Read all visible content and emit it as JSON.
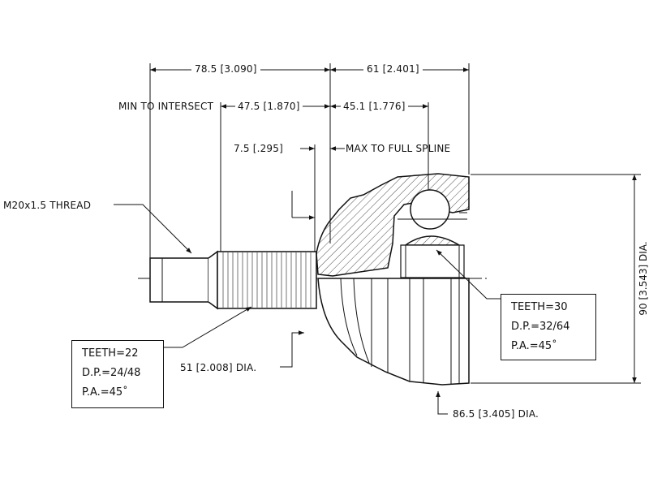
{
  "dimensions": {
    "overall_left": "78.5 [3.090]",
    "overall_right": "61 [2.401]",
    "min_to_intersect_label": "MIN TO INTERSECT",
    "min_to_intersect": "47.5 [1.870]",
    "joint_offset": "45.1 [1.776]",
    "spline_offset": "7.5 [.295]",
    "max_to_full_spline": "MAX TO FULL SPLINE",
    "thread": "M20x1.5 THREAD",
    "shaft_dia": "51 [2.008] DIA.",
    "base_dia": "86.5 [3.405] DIA.",
    "outer_dia": "90 [3.543] DIA."
  },
  "spec_outer": {
    "teeth": "TEETH=22",
    "dp": "D.P.=24/48",
    "pa": "P.A.=45˚"
  },
  "spec_inner": {
    "teeth": "TEETH=30",
    "dp": "D.P.=32/64",
    "pa": "P.A.=45˚"
  }
}
